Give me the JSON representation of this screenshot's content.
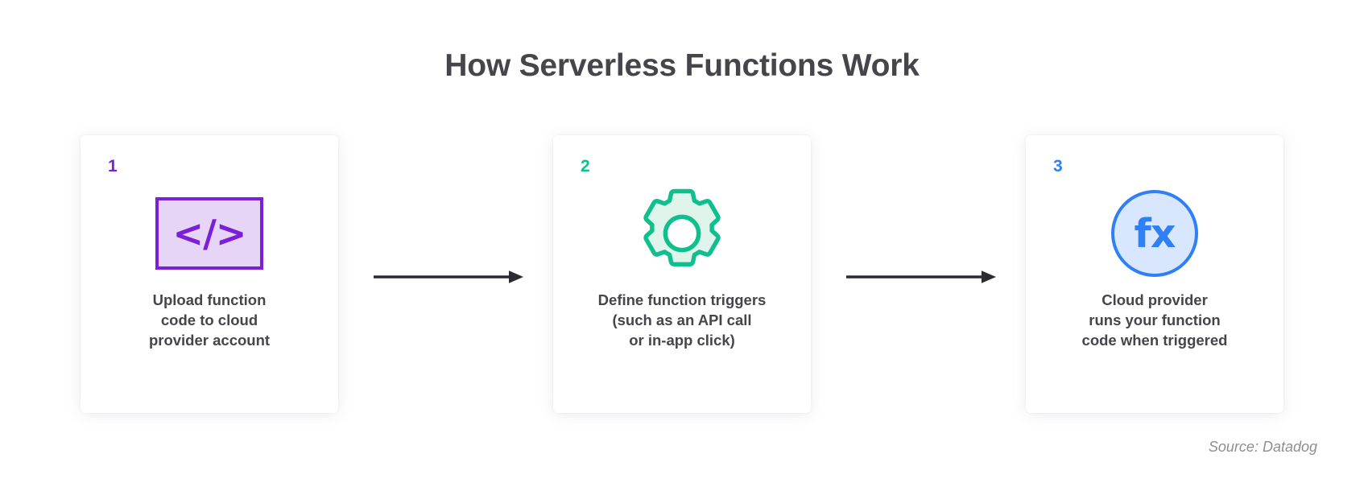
{
  "title": "How Serverless Functions Work",
  "source_note": "Source: Datadog",
  "colors": {
    "background": "#ffffff",
    "title_text": "#45454b",
    "body_text": "#45454b",
    "step1_accent": "#7B1FD8",
    "step1_fill": "#E7D5F8",
    "step2_accent": "#10BF8E",
    "step2_fill": "#DFF5EC",
    "step3_accent": "#2F7FF5",
    "step3_fill": "#D8E6FE",
    "arrow": "#2b2b30",
    "source_text": "#8e8e96"
  },
  "steps": [
    {
      "number": "1",
      "icon_name": "code-brackets-icon",
      "icon_glyph": "</>",
      "caption_lines": [
        "Upload function",
        "code to cloud",
        "provider account"
      ]
    },
    {
      "number": "2",
      "icon_name": "gear-icon",
      "icon_glyph": "",
      "caption_lines": [
        "Define function triggers",
        "(such as an API call",
        "or in-app click)"
      ]
    },
    {
      "number": "3",
      "icon_name": "function-fx-icon",
      "icon_glyph": "fx",
      "caption_lines": [
        "Cloud provider",
        "runs your function",
        "code when triggered"
      ]
    }
  ],
  "arrows": [
    {
      "name": "arrow-step1-to-step2",
      "direction": "right"
    },
    {
      "name": "arrow-step2-to-step3",
      "direction": "right"
    }
  ]
}
